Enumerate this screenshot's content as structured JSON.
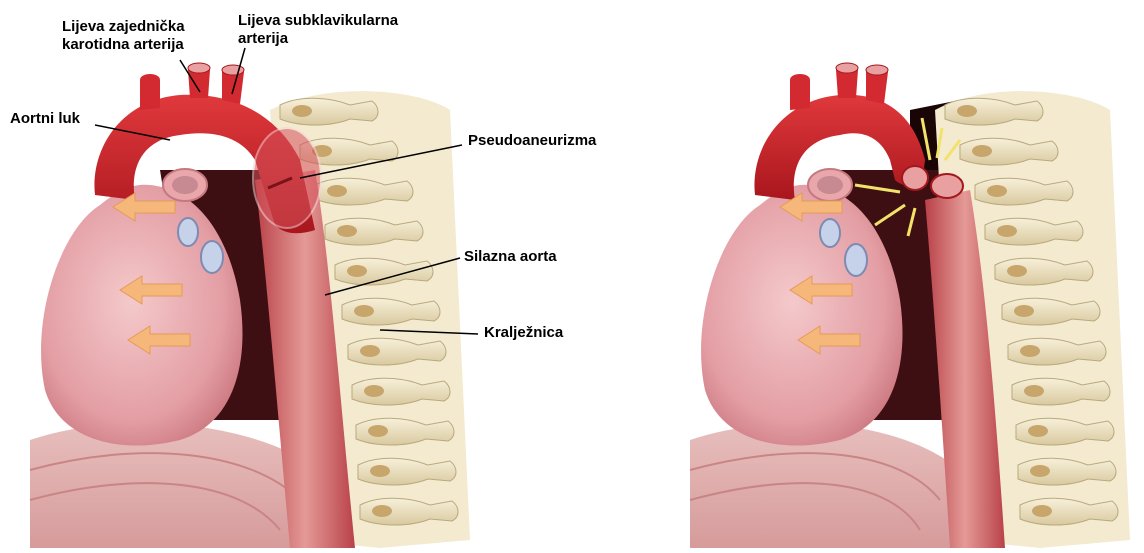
{
  "labels": {
    "left_common_carotid": "Lijeva zajednička karotidna arterija",
    "left_subclavian": "Lijeva subklavikularna arterija",
    "aortic_arch": "Aortni luk",
    "pseudoaneurysm": "Pseudoaneurizma",
    "descending_aorta": "Silazna aorta",
    "spine": "Kralježnica"
  },
  "colors": {
    "aorta": "#c9242b",
    "heart": "#e8a6ab",
    "arrow": "#f6b87a",
    "burst_lines": "#f2e26a",
    "vertebra": "#efe5c6",
    "cavity": "#4a1515"
  }
}
